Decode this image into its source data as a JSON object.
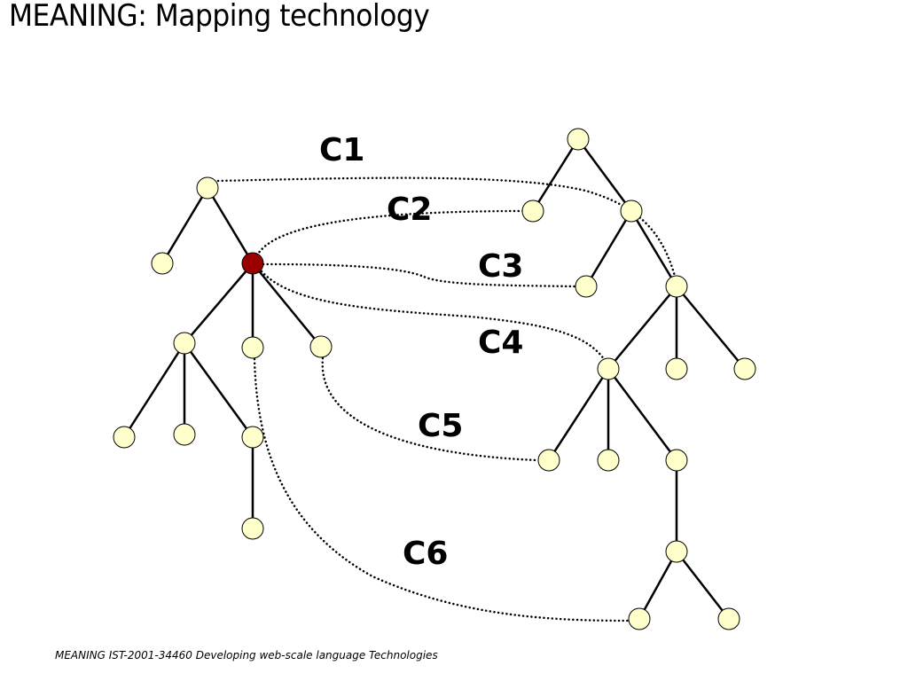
{
  "title": "MEANING: Mapping technology",
  "footer": "MEANING IST-2001-34460 Developing web-scale language Technologies",
  "colors": {
    "node_fill": "#ffffcc",
    "highlight_fill": "#990000"
  },
  "mapping_labels": [
    "C1",
    "C2",
    "C3",
    "C4",
    "C5",
    "C6"
  ]
}
